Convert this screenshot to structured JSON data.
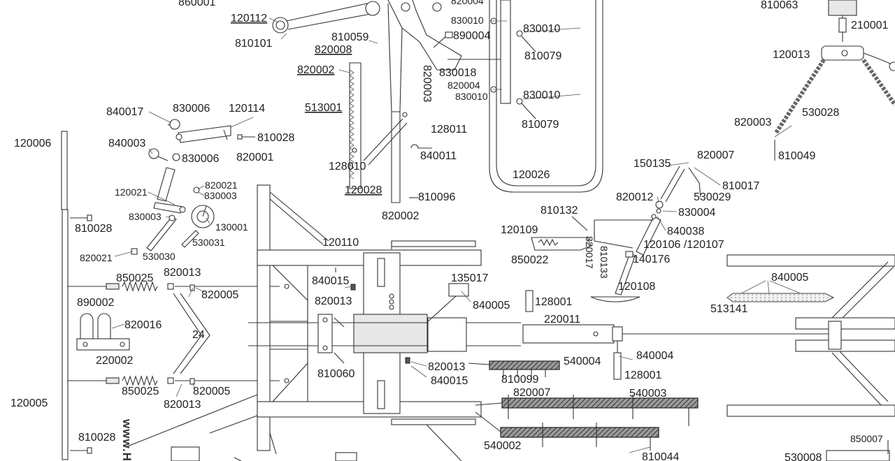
{
  "diagram": {
    "watermark": "www.H",
    "labels": [
      {
        "id": "l860001",
        "text": "860001"
      },
      {
        "id": "l120112",
        "text": "120112"
      },
      {
        "id": "l810101",
        "text": "810101"
      },
      {
        "id": "l810059",
        "text": "810059"
      },
      {
        "id": "l820008",
        "text": "820008"
      },
      {
        "id": "l820002a",
        "text": "820002"
      },
      {
        "id": "l513001",
        "text": "513001"
      },
      {
        "id": "l128010",
        "text": "128010"
      },
      {
        "id": "l120028",
        "text": "120028"
      },
      {
        "id": "l810096",
        "text": "810096"
      },
      {
        "id": "l820002b",
        "text": "820002"
      },
      {
        "id": "l820004a",
        "text": "820004"
      },
      {
        "id": "l830010a",
        "text": "830010"
      },
      {
        "id": "l890004",
        "text": "890004"
      },
      {
        "id": "l830018",
        "text": "830018"
      },
      {
        "id": "l820003a",
        "text": "820003"
      },
      {
        "id": "l820004b",
        "text": "820004"
      },
      {
        "id": "l830010b",
        "text": "830010"
      },
      {
        "id": "l128011",
        "text": "128011"
      },
      {
        "id": "l840011",
        "text": "840011"
      },
      {
        "id": "l830010c",
        "text": "830010"
      },
      {
        "id": "l810079a",
        "text": "810079"
      },
      {
        "id": "l830010d",
        "text": "830010"
      },
      {
        "id": "l810079b",
        "text": "810079"
      },
      {
        "id": "l120026",
        "text": "120026"
      },
      {
        "id": "l810063",
        "text": "810063"
      },
      {
        "id": "l210001",
        "text": "210001"
      },
      {
        "id": "l120013",
        "text": "120013"
      },
      {
        "id": "l530028",
        "text": "530028"
      },
      {
        "id": "l820003b",
        "text": "820003"
      },
      {
        "id": "l810049",
        "text": "810049"
      },
      {
        "id": "l840017",
        "text": "840017"
      },
      {
        "id": "l830006a",
        "text": "830006"
      },
      {
        "id": "l120114",
        "text": "120114"
      },
      {
        "id": "l810028a",
        "text": "810028"
      },
      {
        "id": "l120006",
        "text": "120006"
      },
      {
        "id": "l840003",
        "text": "840003"
      },
      {
        "id": "l830006b",
        "text": "830006"
      },
      {
        "id": "l820001",
        "text": "820001"
      },
      {
        "id": "l120021",
        "text": "120021"
      },
      {
        "id": "l820021a",
        "text": "820021"
      },
      {
        "id": "l830003a",
        "text": "830003"
      },
      {
        "id": "l810028b",
        "text": "810028"
      },
      {
        "id": "l830003b",
        "text": "830003"
      },
      {
        "id": "l130001",
        "text": "130001"
      },
      {
        "id": "l530031",
        "text": "530031"
      },
      {
        "id": "l820021b",
        "text": "820021"
      },
      {
        "id": "l530030",
        "text": "530030"
      },
      {
        "id": "l120110",
        "text": "120110"
      },
      {
        "id": "l150135",
        "text": "150135"
      },
      {
        "id": "l820007a",
        "text": "820007"
      },
      {
        "id": "l810017",
        "text": "810017"
      },
      {
        "id": "l820012",
        "text": "820012"
      },
      {
        "id": "l530029",
        "text": "530029"
      },
      {
        "id": "l830004",
        "text": "830004"
      },
      {
        "id": "l810132",
        "text": "810132"
      },
      {
        "id": "l840038",
        "text": "840038"
      },
      {
        "id": "l120109",
        "text": "120109"
      },
      {
        "id": "l120106",
        "text": "120106 /120107"
      },
      {
        "id": "l820017",
        "text": "820017"
      },
      {
        "id": "l810133",
        "text": "810133"
      },
      {
        "id": "l140176",
        "text": "140176"
      },
      {
        "id": "l850022",
        "text": "850022"
      },
      {
        "id": "l120108",
        "text": "120108"
      },
      {
        "id": "l850025a",
        "text": "850025"
      },
      {
        "id": "l820013a",
        "text": "820013"
      },
      {
        "id": "l820005a",
        "text": "820005"
      },
      {
        "id": "l840015a",
        "text": "840015"
      },
      {
        "id": "l820013b",
        "text": "820013"
      },
      {
        "id": "l135017",
        "text": "135017"
      },
      {
        "id": "l840005a",
        "text": "840005"
      },
      {
        "id": "l128001a",
        "text": "128001"
      },
      {
        "id": "l840005b",
        "text": "840005"
      },
      {
        "id": "l513141",
        "text": "513141"
      },
      {
        "id": "l890002",
        "text": "890002"
      },
      {
        "id": "l820016",
        "text": "820016"
      },
      {
        "id": "l24",
        "text": "24"
      },
      {
        "id": "l220011",
        "text": "220011"
      },
      {
        "id": "l220002",
        "text": "220002"
      },
      {
        "id": "l840004",
        "text": "840004"
      },
      {
        "id": "l810060",
        "text": "810060"
      },
      {
        "id": "l820013c",
        "text": "820013"
      },
      {
        "id": "l840015b",
        "text": "840015"
      },
      {
        "id": "l540004",
        "text": "540004"
      },
      {
        "id": "l128001b",
        "text": "128001"
      },
      {
        "id": "l810099",
        "text": "810099"
      },
      {
        "id": "l850025b",
        "text": "850025"
      },
      {
        "id": "l820005b",
        "text": "820005"
      },
      {
        "id": "l820013d",
        "text": "820013"
      },
      {
        "id": "l820007b",
        "text": "820007"
      },
      {
        "id": "l540003",
        "text": "540003"
      },
      {
        "id": "l120005",
        "text": "120005"
      },
      {
        "id": "l810028c",
        "text": "810028"
      },
      {
        "id": "l540002",
        "text": "540002"
      },
      {
        "id": "l810044",
        "text": "810044"
      },
      {
        "id": "l850007",
        "text": "850007"
      },
      {
        "id": "l530008",
        "text": "530008"
      }
    ]
  }
}
